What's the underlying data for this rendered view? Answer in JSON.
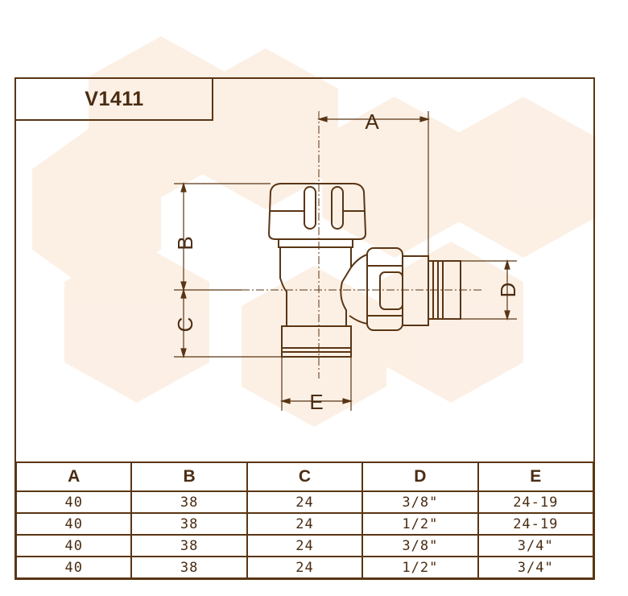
{
  "title": "V1411",
  "dimension_labels": {
    "a": "A",
    "b": "B",
    "c": "C",
    "d": "D",
    "e": "E"
  },
  "table": {
    "headers": [
      "A",
      "B",
      "C",
      "D",
      "E"
    ],
    "rows": [
      [
        "40",
        "38",
        "24",
        "3/8\"",
        "24-19"
      ],
      [
        "40",
        "38",
        "24",
        "1/2\"",
        "24-19"
      ],
      [
        "40",
        "38",
        "24",
        "3/8\"",
        "3/4\""
      ],
      [
        "40",
        "38",
        "24",
        "1/2\"",
        "3/4\""
      ]
    ]
  },
  "colors": {
    "line": "#5a3514",
    "text": "#4a2c12",
    "watermark": "#f8e4cc"
  }
}
